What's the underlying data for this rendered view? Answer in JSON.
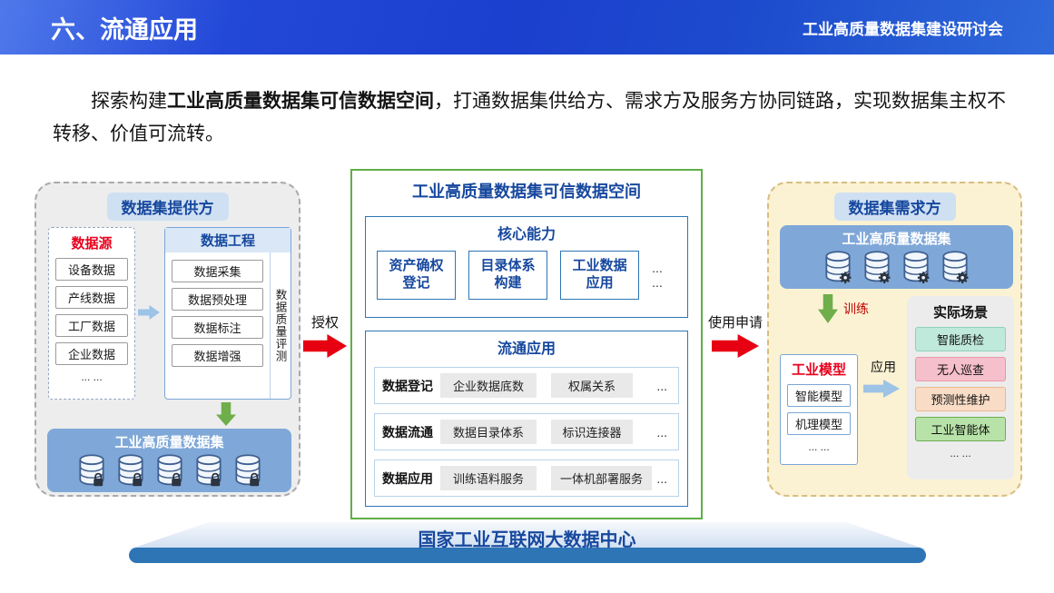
{
  "header": {
    "title": "六、流通应用",
    "event": "工业高质量数据集建设研讨会"
  },
  "intro": {
    "lead": "探索构建",
    "emphasis": "工业高质量数据集可信数据空间",
    "rest": "，打通数据集供给方、需求方及服务方协同链路，实现数据集主权不转移、价值可流转。"
  },
  "provider": {
    "title": "数据集提供方",
    "source": {
      "title": "数据源",
      "items": [
        "设备数据",
        "产线数据",
        "工厂数据",
        "企业数据"
      ],
      "more": "... ..."
    },
    "engineering": {
      "title": "数据工程",
      "items": [
        "数据采集",
        "数据预处理",
        "数据标注",
        "数据增强"
      ],
      "side_label": "数据质量评测"
    },
    "dataset": {
      "title": "工业高质量数据集",
      "icon": "db-lock",
      "icon_count": 5
    }
  },
  "flows": {
    "authorize": "授权",
    "use_apply": "使用申请",
    "train": "训练",
    "apply": "应用"
  },
  "space": {
    "title": "工业高质量数据集可信数据空间",
    "core": {
      "title": "核心能力",
      "items": [
        {
          "line1": "资产确权",
          "line2": "登记"
        },
        {
          "line1": "目录体系",
          "line2": "构建"
        },
        {
          "line1": "工业数据",
          "line2": "应用"
        }
      ],
      "more": "... ..."
    },
    "circulation": {
      "title": "流通应用",
      "rows": [
        {
          "label": "数据登记",
          "cell1": "企业数据底数",
          "cell2": "权属关系",
          "more": "..."
        },
        {
          "label": "数据流通",
          "cell1": "数据目录体系",
          "cell2": "标识连接器",
          "more": "..."
        },
        {
          "label": "数据应用",
          "cell1": "训练语料服务",
          "cell2": "一体机部署服务",
          "more": "..."
        }
      ]
    }
  },
  "demander": {
    "title": "数据集需求方",
    "dataset": {
      "title": "工业高质量数据集",
      "icon": "db-gear",
      "icon_count": 4
    },
    "model": {
      "title": "工业模型",
      "items": [
        "智能模型",
        "机理模型"
      ],
      "more": "... ..."
    },
    "scenes": {
      "title": "实际场景",
      "items": [
        "智能质检",
        "无人巡查",
        "预测性维护",
        "工业智能体"
      ],
      "more": "... ..."
    }
  },
  "footer": {
    "title": "国家工业互联网大数据中心"
  },
  "colors": {
    "accent_blue": "#17489e",
    "steel_blue": "#7fa8d8",
    "green_border": "#5fae46",
    "red_arrow": "#e60012",
    "red_text": "#e8001c",
    "scene_colors": [
      "#bfe9da",
      "#f6bfcc",
      "#f9dcc6",
      "#b8e3a8"
    ]
  }
}
